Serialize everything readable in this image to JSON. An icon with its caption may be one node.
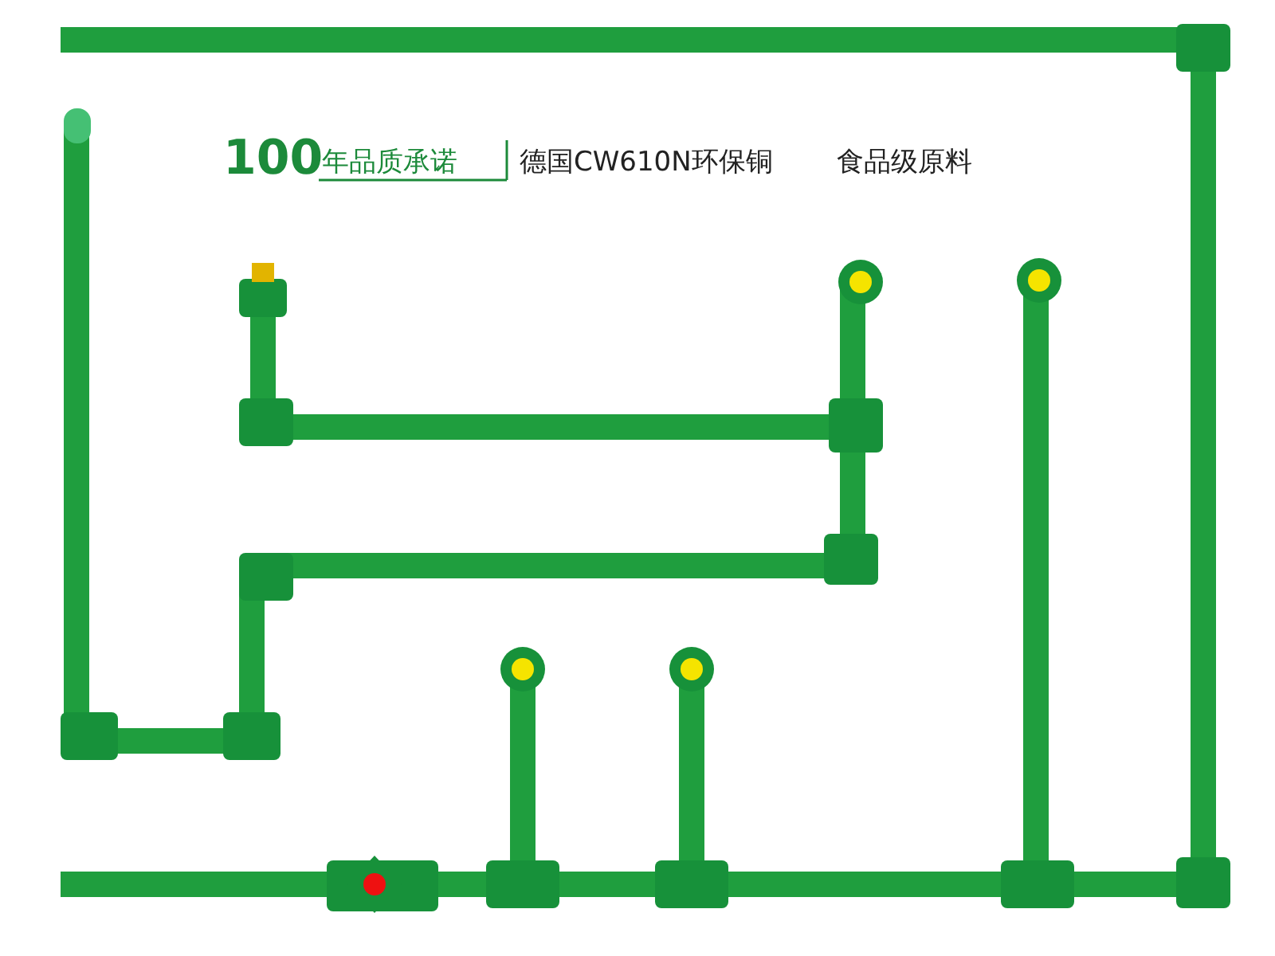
{
  "diagram": {
    "labels": [
      "100",
      "年品质承诺",
      "德国CW610N环保铜",
      "食品级原料"
    ]
  }
}
